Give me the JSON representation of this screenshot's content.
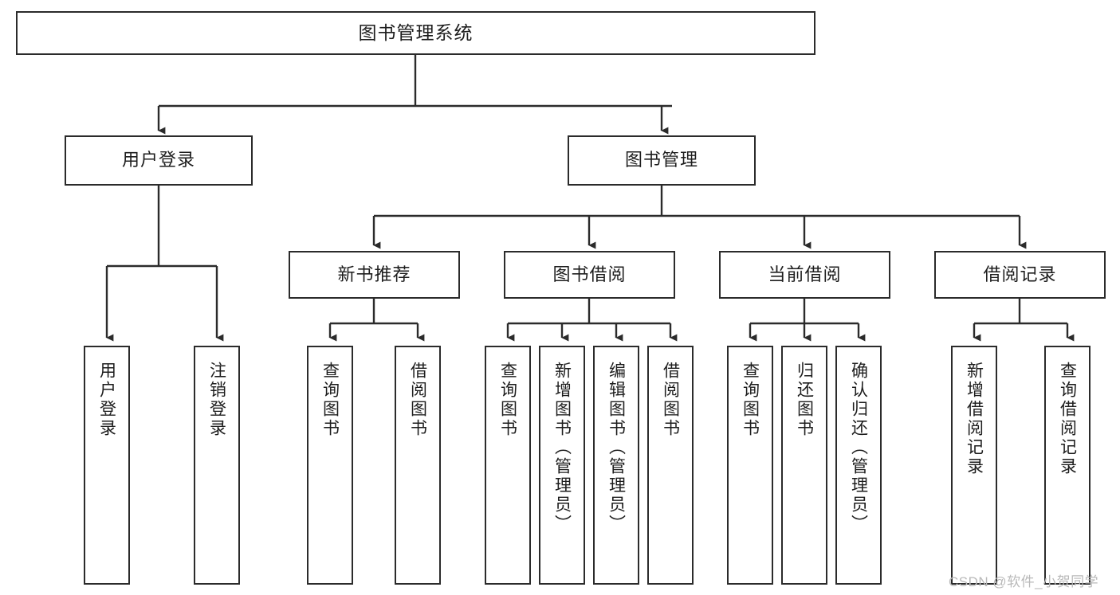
{
  "diagram": {
    "title": "图书管理系统",
    "type": "tree",
    "watermark": "CSDN @软件_小贺同学",
    "colors": {
      "node_border": "#2b2b2b",
      "node_fill": "#ffffff",
      "connector": "#2b2b2b",
      "text": "#1d1d1d",
      "watermark": "#b9b9b9",
      "background": "#ffffff"
    },
    "root": {
      "label": "图书管理系统"
    },
    "level2": [
      {
        "label": "用户登录"
      },
      {
        "label": "图书管理"
      }
    ],
    "level3": [
      {
        "label": "新书推荐"
      },
      {
        "label": "图书借阅"
      },
      {
        "label": "当前借阅"
      },
      {
        "label": "借阅记录"
      }
    ],
    "leaves": {
      "user_login": [
        {
          "label": "用户登录"
        },
        {
          "label": "注销登录"
        }
      ],
      "new_book": [
        {
          "label": "查询图书"
        },
        {
          "label": "借阅图书"
        }
      ],
      "borrow": [
        {
          "label": "查询图书"
        },
        {
          "label": "新增图书（管理员）"
        },
        {
          "label": "编辑图书（管理员）"
        },
        {
          "label": "借阅图书"
        }
      ],
      "current": [
        {
          "label": "查询图书"
        },
        {
          "label": "归还图书"
        },
        {
          "label": "确认归还（管理员）"
        }
      ],
      "records": [
        {
          "label": "新增借阅记录"
        },
        {
          "label": "查询借阅记录"
        }
      ]
    }
  }
}
